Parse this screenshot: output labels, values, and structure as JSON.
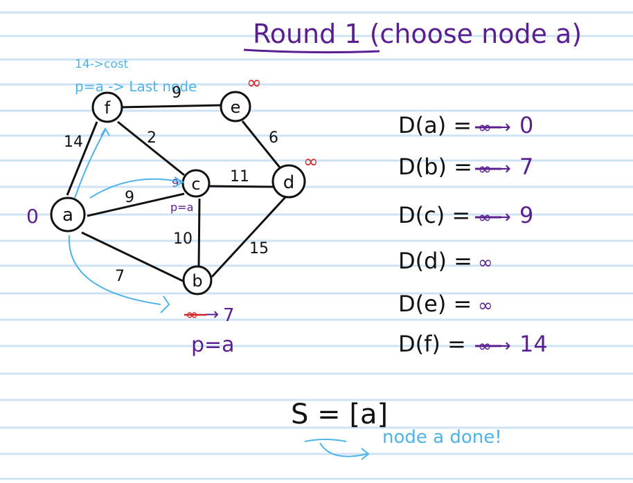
{
  "colors": {
    "paper_line": "#cfe3f5",
    "ink": "#111111",
    "purple": "#5a1f8f",
    "red": "#d42020",
    "blue": "#4fb3e8"
  },
  "title": "Round 1 (choose node a)",
  "legend": {
    "cost": "14->cost",
    "last_node": "p=a -> Last node"
  },
  "nodes": {
    "a": "a",
    "b": "b",
    "c": "c",
    "d": "d",
    "e": "e",
    "f": "f"
  },
  "edges": {
    "f_e": "9",
    "a_f": "14",
    "f_c": "2",
    "e_d": "6",
    "c_d": "11",
    "a_c": "9",
    "c_b": "10",
    "a_b": "7",
    "b_d": "15"
  },
  "node_annotations": {
    "a_dist": "0",
    "e_dist": "∞",
    "d_dist": "∞",
    "c_dist": "9",
    "c_parent": "p=a",
    "b_old": "∞",
    "b_new": "7",
    "b_parent": "p=a"
  },
  "distances": [
    {
      "label": "D(a) =",
      "old": "∞",
      "new": "0"
    },
    {
      "label": "D(b) =",
      "old": "∞",
      "new": "7"
    },
    {
      "label": "D(c) =",
      "old": "∞",
      "new": "9"
    },
    {
      "label": "D(d) =",
      "old": "",
      "new": "∞"
    },
    {
      "label": "D(e) =",
      "old": "",
      "new": "∞"
    },
    {
      "label": "D(f) =",
      "old": "∞",
      "new": "14"
    }
  ],
  "set": "S = [a]",
  "done_note": "node a done!"
}
